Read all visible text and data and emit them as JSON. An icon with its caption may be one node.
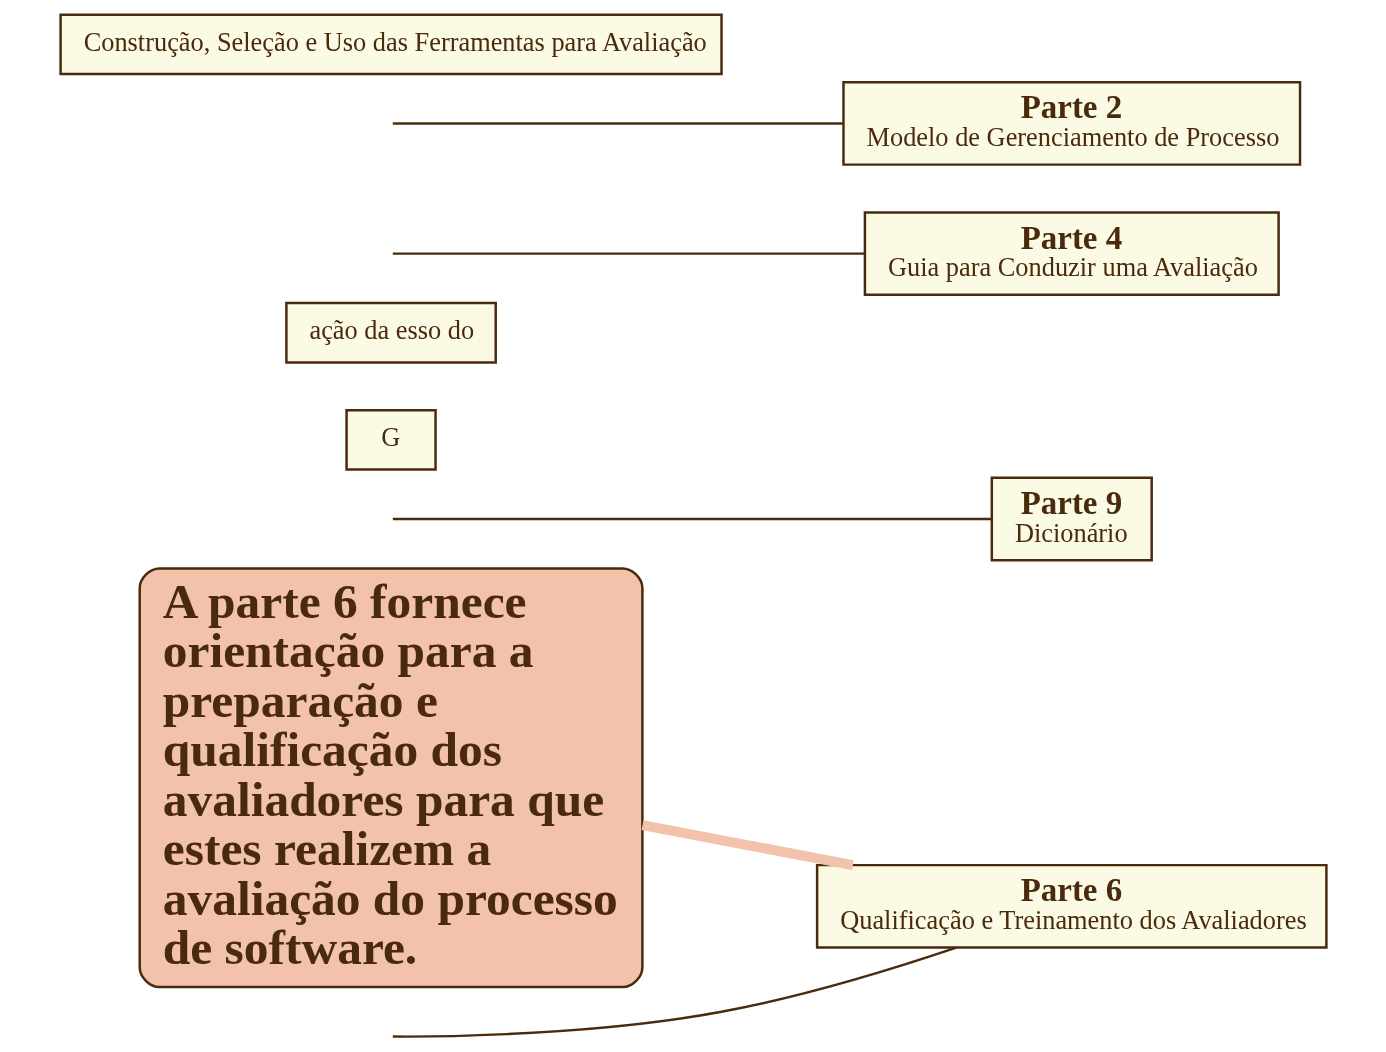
{
  "diagram": {
    "nodes": [
      {
        "text": [
          "A parte 6 fornece orientação para a preparação e qualificação dos avaliadores para que estes realizem a avaliação do processo de software."
        ]
      },
      {
        "text": [
          "Parte 9",
          "Dicionário"
        ]
      },
      {
        "text": [
          "G"
        ]
      },
      {
        "text": [
          "ação da esso do"
        ]
      },
      {
        "text": [
          "Parte 6",
          "Qualificação e Treinamento dos Avaliadores"
        ]
      },
      {
        "text": [
          "Parte 4",
          "Guia para Conduzir uma Avaliação"
        ]
      },
      {
        "text": [
          "Parte 2",
          "Modelo de Gerenciamento de Processo"
        ]
      },
      {
        "text": [
          "Construção, Seleção e Uso das Ferramentas para Avaliação"
        ]
      }
    ],
    "edges": [
      {
        "from": null,
        "to": 1,
        "arrow": "none"
      },
      {
        "from": null,
        "to": 4,
        "arrow": "none"
      },
      {
        "from": null,
        "to": 5,
        "arrow": "none"
      },
      {
        "from": null,
        "to": 6,
        "arrow": "none"
      },
      {
        "from": 0,
        "to": 4,
        "arrow": "none",
        "style": "thick",
        "color": "#f2c2aa"
      }
    ]
  }
}
